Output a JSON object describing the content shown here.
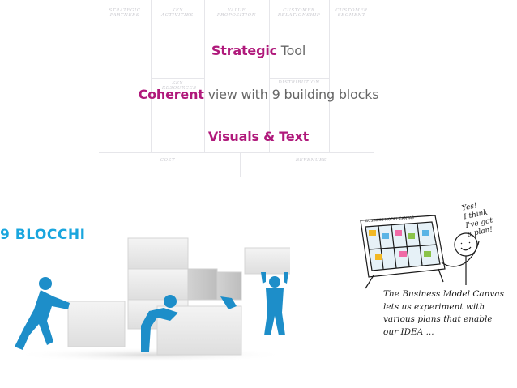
{
  "canvas": {
    "labels": {
      "partners": "STRATEGIC PARTNERS",
      "activities": "KEY ACTIVITIES",
      "value": "VALUE PROPOSITION",
      "relationship": "CUSTOMER RELATIONSHIP",
      "segment": "CUSTOMER SEGMENT",
      "resources": "KEY RESOURCES",
      "distribution": "DISTRIBUTION",
      "cost": "COST",
      "revenues": "REVENUES"
    }
  },
  "headlines": {
    "line1_em": "Strategic",
    "line1_rest": " Tool",
    "line2_em": "Coherent",
    "line2_rest": " view with 9 building blocks",
    "line3": "Visuals & Text"
  },
  "blocchi": {
    "title": "9 BLOCCHI"
  },
  "sketch": {
    "speech": [
      "Yes!",
      "I think",
      "I've got",
      "a plan!"
    ],
    "board_title": "BUSINESS MODEL CANVAS",
    "caption": [
      "The Business Model Canvas",
      "lets us experiment with",
      "various plans that enable",
      "our IDEA ..."
    ]
  },
  "colors": {
    "accent": "#b0197b",
    "blue": "#1aa6de",
    "figure_blue": "#1d8ec9",
    "text_gray": "#666666"
  }
}
